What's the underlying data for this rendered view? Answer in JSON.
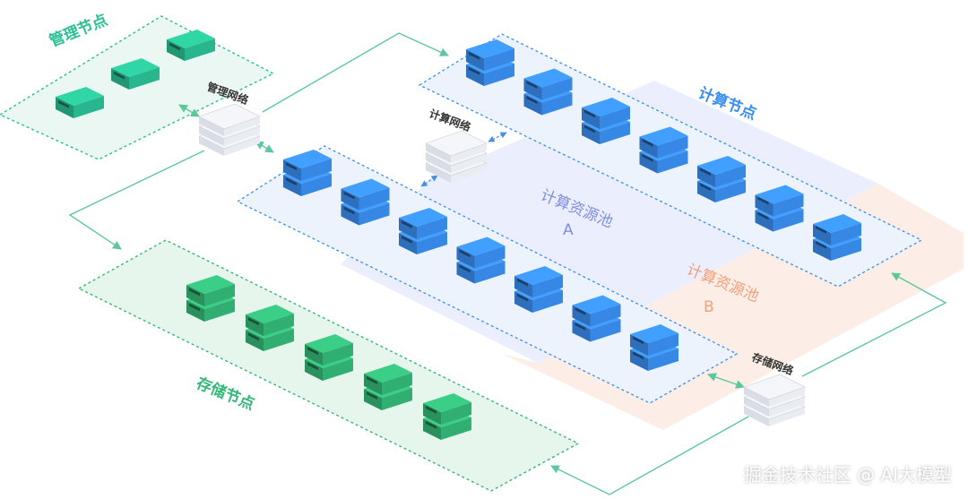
{
  "labels": {
    "mgmt_nodes": "管理节点",
    "compute_nodes": "计算节点",
    "storage_nodes": "存储节点",
    "mgmt_network": "管理网络",
    "compute_network": "计算网络",
    "storage_network": "存储网络",
    "pool_a_line1": "计算资源池",
    "pool_a_line2": "A",
    "pool_b_line1": "计算资源池",
    "pool_b_line2": "B"
  },
  "watermark": "掘金技术社区 @ AI大模型",
  "colors": {
    "mgmt": "#2bbf94",
    "compute": "#3a8ef0",
    "storage": "#34b878",
    "pool_a": "#7f8fe0",
    "pool_b": "#f0a07a",
    "switch": "#e6e9ee",
    "link": "#5cc79c"
  }
}
